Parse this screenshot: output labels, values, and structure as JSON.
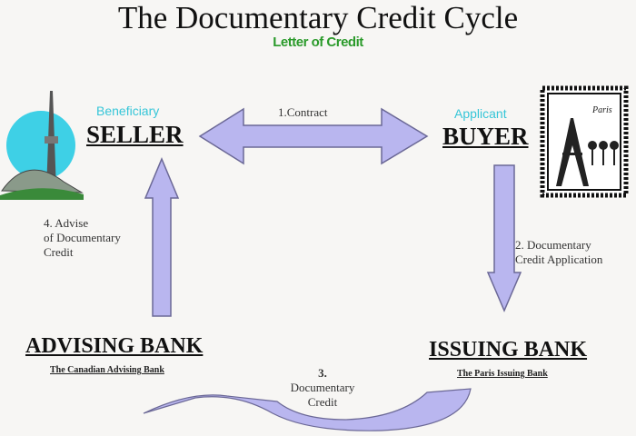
{
  "title": "The Documentary Credit Cycle",
  "subtitle": "Letter of Credit",
  "seller": {
    "role": "Beneficiary",
    "label": "SELLER"
  },
  "buyer": {
    "role": "Applicant",
    "label": "BUYER"
  },
  "advising_bank": {
    "label": "ADVISING BANK",
    "sub": "The Canadian Advising Bank"
  },
  "issuing_bank": {
    "label": "ISSUING BANK",
    "sub": "The Paris Issuing Bank"
  },
  "steps": {
    "s1": "1.Contract",
    "s2_line1": "2. Documentary",
    "s2_line2": "Credit Application",
    "s3_num": "3.",
    "s3_line1": "Documentary",
    "s3_line2": "Credit",
    "s4_line1": "4. Advise",
    "s4_line2": "of Documentary",
    "s4_line3": "Credit"
  },
  "stamp_text": "Paris",
  "colors": {
    "arrow": "#b9b6ef",
    "arrow_stroke": "#6b6896",
    "role": "#36c6d8",
    "subtitle": "#2a9a2a"
  }
}
